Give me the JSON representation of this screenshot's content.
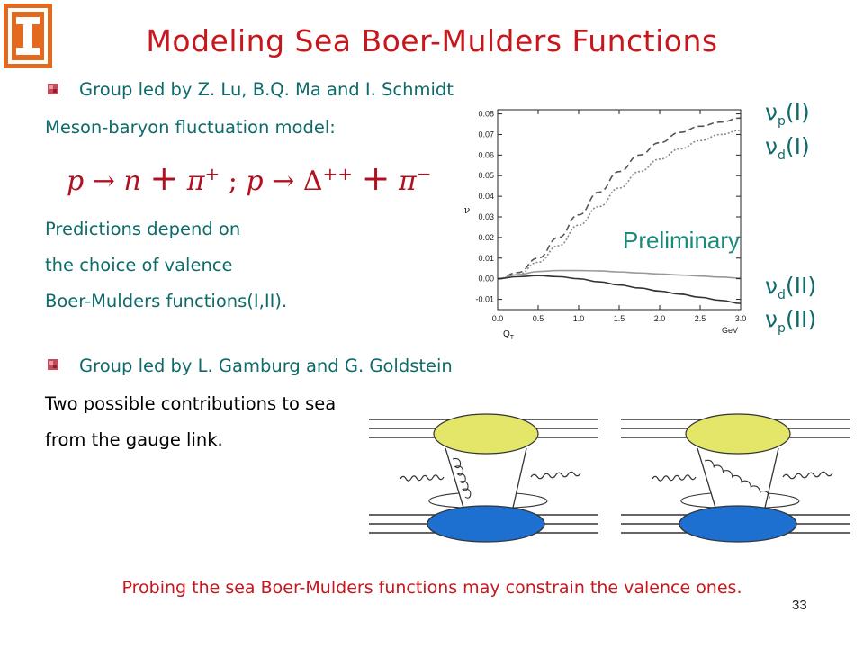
{
  "slide": {
    "title": "Modeling Sea Boer-Mulders Functions",
    "page_number": "33",
    "footer": "Probing the sea Boer-Mulders functions may constrain the valence ones."
  },
  "section1": {
    "bullet": "Group led by Z. Lu, B.Q. Ma and I. Schmidt",
    "model_line": "Meson-baryon fluctuation model:",
    "formula": {
      "p1": "p",
      "arrow1": "→",
      "n": "n",
      "plus1": "+",
      "pi1": "π",
      "pi1_charge": "+",
      "sep": ";",
      "p2": "p",
      "arrow2": "→",
      "delta": "Δ",
      "delta_charge": "++",
      "plus2": "+",
      "pi2": "π",
      "pi2_charge": "−"
    },
    "predictions": [
      "Predictions depend on",
      "the choice of valence",
      "Boer-Mulders functions(I,II)."
    ]
  },
  "section2": {
    "bullet": "Group led by L. Gamburg and G. Goldstein",
    "lines": [
      "Two possible contributions to sea",
      "from the gauge link."
    ]
  },
  "legend": {
    "nu": "ν",
    "entries": [
      {
        "sub": "p",
        "suffix": "(I)"
      },
      {
        "sub": "d",
        "suffix": "(I)"
      },
      {
        "sub": "d",
        "suffix": "(II)"
      },
      {
        "sub": "p",
        "suffix": "(II)"
      }
    ]
  },
  "chart_data": {
    "type": "line",
    "xlabel": "Q",
    "xlabel_sub": "T",
    "xunit": "GeV",
    "ylabel": "ν",
    "xlim": [
      0.0,
      3.0
    ],
    "ylim": [
      -0.015,
      0.082
    ],
    "xticks": [
      "0.0",
      "0.5",
      "1.0",
      "1.5",
      "2.0",
      "2.5",
      "3.0"
    ],
    "yticks": [
      "-0.01",
      "0.00",
      "0.01",
      "0.02",
      "0.03",
      "0.04",
      "0.05",
      "0.06",
      "0.07",
      "0.08"
    ],
    "annotation": "Preliminary",
    "series": [
      {
        "style": "dashed",
        "color": "#555555",
        "x": [
          0,
          0.25,
          0.5,
          0.75,
          1.0,
          1.25,
          1.5,
          1.75,
          2.0,
          2.25,
          2.5,
          2.75,
          3.0
        ],
        "y": [
          0,
          0.003,
          0.01,
          0.02,
          0.031,
          0.042,
          0.052,
          0.06,
          0.066,
          0.071,
          0.074,
          0.076,
          0.078
        ]
      },
      {
        "style": "dotted",
        "color": "#888888",
        "x": [
          0,
          0.25,
          0.5,
          0.75,
          1.0,
          1.25,
          1.5,
          1.75,
          2.0,
          2.25,
          2.5,
          2.75,
          3.0
        ],
        "y": [
          0,
          0.002,
          0.008,
          0.016,
          0.026,
          0.035,
          0.044,
          0.052,
          0.058,
          0.063,
          0.067,
          0.07,
          0.072
        ]
      },
      {
        "style": "solid",
        "color": "#999999",
        "x": [
          0,
          0.25,
          0.5,
          0.75,
          1.0,
          1.25,
          1.5,
          1.75,
          2.0,
          2.25,
          2.5,
          2.75,
          3.0
        ],
        "y": [
          0,
          0.002,
          0.0035,
          0.004,
          0.004,
          0.0038,
          0.0033,
          0.0028,
          0.0023,
          0.0018,
          0.0013,
          0.0008,
          0.0003
        ]
      },
      {
        "style": "solid",
        "color": "#333333",
        "x": [
          0,
          0.25,
          0.5,
          0.75,
          1.0,
          1.25,
          1.5,
          1.75,
          2.0,
          2.25,
          2.5,
          2.75,
          3.0
        ],
        "y": [
          0,
          0.001,
          0.0015,
          0.001,
          0.0,
          -0.0015,
          -0.003,
          -0.0045,
          -0.006,
          -0.0075,
          -0.009,
          -0.0105,
          -0.012
        ]
      }
    ]
  },
  "diagram_colors": {
    "upper_blob": "#e4e66a",
    "lower_blob": "#1d6fd0",
    "lines": "#333333"
  }
}
